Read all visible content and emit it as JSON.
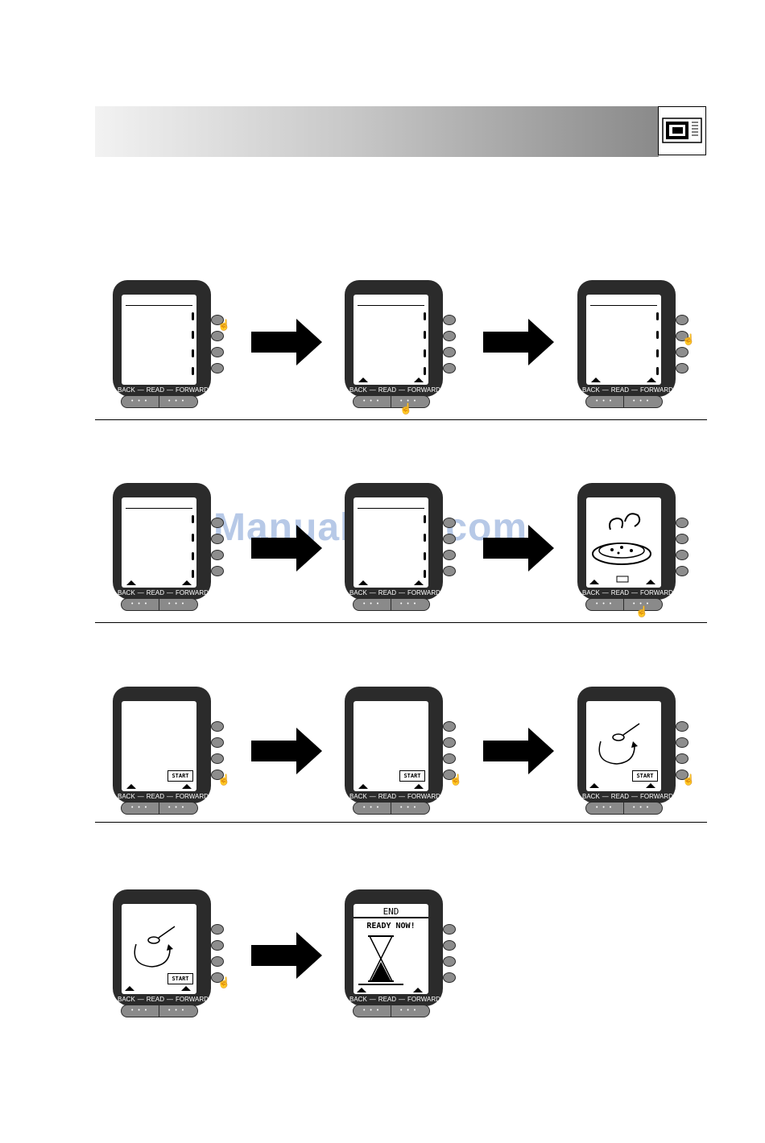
{
  "device_labels": {
    "back": "BACK",
    "read": "READ",
    "forward": "FORWARD",
    "dots": "• • •"
  },
  "start_label": "START",
  "end_screen": {
    "title": "END",
    "subtitle": "READY NOW!"
  },
  "watermark": "ManualsLib.com",
  "header": {
    "icon": "microwave-icon"
  },
  "rows": [
    {
      "devices": [
        "list-screen-press-top-right",
        "list-screen-press-forward",
        "list-screen-press-second"
      ]
    },
    {
      "devices": [
        "list-screen",
        "list-screen",
        "food-picture-screen-press-forward"
      ]
    },
    {
      "devices": [
        "start-screen-press-bottom",
        "start-screen-press-bottom",
        "stir-screen-press-bottom"
      ]
    },
    {
      "devices": [
        "stir-screen-press-bottom",
        "end-ready-screen"
      ]
    }
  ]
}
